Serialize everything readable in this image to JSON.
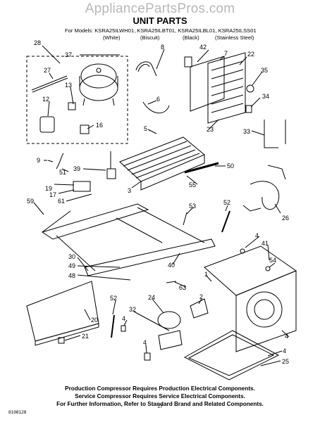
{
  "header": {
    "watermark": "AppliancePartsPros.com",
    "title": "UNIT PARTS",
    "models_line": "For Models: KSRA25ILWH01, KSRA25ILBT01, KSRA25ILBL01, KSRA25ILSS01",
    "colors": [
      "(White)",
      "(Biscuit)",
      "(Black)",
      "(Stainless Steel)"
    ]
  },
  "labels": {
    "p28": "28",
    "p37": "37",
    "p8": "8",
    "p42": "42",
    "p7": "7",
    "p22": "22",
    "p27": "27",
    "p13": "13",
    "p35": "35",
    "p12": "12",
    "p6": "6",
    "p34": "34",
    "p16": "16",
    "p5": "5",
    "p23": "23",
    "p33": "33",
    "p9": "9",
    "p39": "39",
    "p50": "50",
    "p51": "51",
    "p3": "3",
    "p55": "55",
    "p19": "19",
    "p17": "17",
    "p61": "61",
    "p59": "59",
    "p53": "53",
    "p52a": "52",
    "p26": "26",
    "p4a": "4",
    "p41": "41",
    "p54": "54",
    "p30": "30",
    "p49": "49",
    "p40": "40",
    "p1": "1",
    "p48": "48",
    "p63": "63",
    "p2": "2",
    "p52b": "52",
    "p24": "24",
    "p32": "32",
    "p4b": "4",
    "p20": "20",
    "p4c": "4",
    "p21": "21",
    "p4d": "4",
    "p25": "25"
  },
  "notes": [
    "Production Compressor Requires Production Electrical Components.",
    "Service Compressor Requires Service Electrical Components.",
    "For Further Information, Refer to Standard Brand and Related Components."
  ],
  "footer": {
    "code": "8198128",
    "page": "17"
  }
}
